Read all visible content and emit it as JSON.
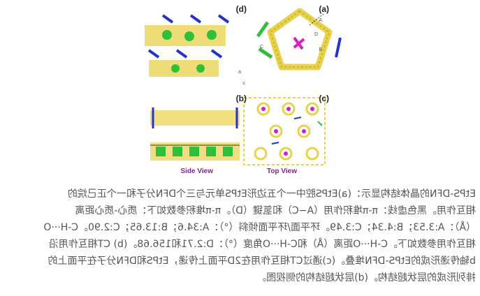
{
  "figure": {
    "labels": {
      "a": "(a)",
      "b": "(b)",
      "c": "(c)",
      "d": "(d)"
    },
    "interaction_labels": {
      "A": "A",
      "B": "B",
      "C": "C",
      "D": "D"
    },
    "side_view": "Side View",
    "top_view": "Top View",
    "axis_a": "a",
    "axis_c": "c",
    "colors": {
      "yellow": "#e8d24a",
      "green": "#2fbf3a",
      "blue": "#2233cc",
      "magenta": "#d21fbf"
    }
  },
  "caption": {
    "lines": [
      "EtPS-DFN的晶体结构显示：(a)EtPS腔中一个五边形EtPS单元与三个DFN分子和一个正己烷的",
      "相互作用。黑色虚线：π-π堆积作用（A−C）和氢键（D）。π-π堆积参数如下：质心-质心距离",
      "（Å）：A:3.53；B:4.34；C:3.49。环平面/环平面倾斜（°）：A:34.6；B:13.65；C:2.90。C-H···O",
      "相互作用参数如下。C-H···O距离（Å）和C-H···O角度（°）：D:2.71和156.68。(b) CT相互作用沿",
      "b轴传递形成的EtPS-DFN堆叠。(c)通过CT相互作用在2D平面上传递，EtPS和DFN分子在平面上的",
      "排列形成的层状超结构。(d)层状超结构的侧视图。"
    ]
  }
}
